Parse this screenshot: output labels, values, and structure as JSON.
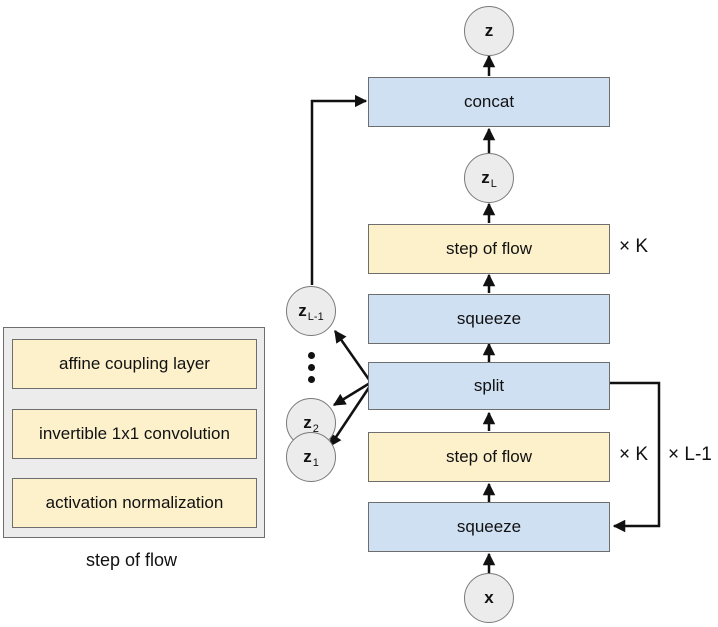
{
  "inset": {
    "caption": "step of flow",
    "blocks": [
      "affine coupling layer",
      "invertible 1x1 convolution",
      "activation normalization"
    ]
  },
  "main": {
    "output_node": {
      "symbol": "z",
      "sub": ""
    },
    "concat": "concat",
    "zL_node": {
      "symbol": "z",
      "sub": "L"
    },
    "top_step": "step of flow",
    "top_step_repeat": "× K",
    "top_squeeze": "squeeze",
    "split": "split",
    "bottom_step": "step of flow",
    "bottom_step_repeat": "× K",
    "bottom_squeeze": "squeeze",
    "outer_repeat": "× L-1",
    "input_node": {
      "symbol": "x",
      "sub": ""
    }
  },
  "side_nodes": [
    {
      "symbol": "z",
      "sub": "L-1"
    },
    {
      "symbol": "z",
      "sub": "2"
    },
    {
      "symbol": "z",
      "sub": "1"
    }
  ],
  "colors": {
    "blue_block": "#cfe0f3",
    "yellow_block": "#fdf1cc",
    "node": "#ececec",
    "panel": "#ececec"
  }
}
